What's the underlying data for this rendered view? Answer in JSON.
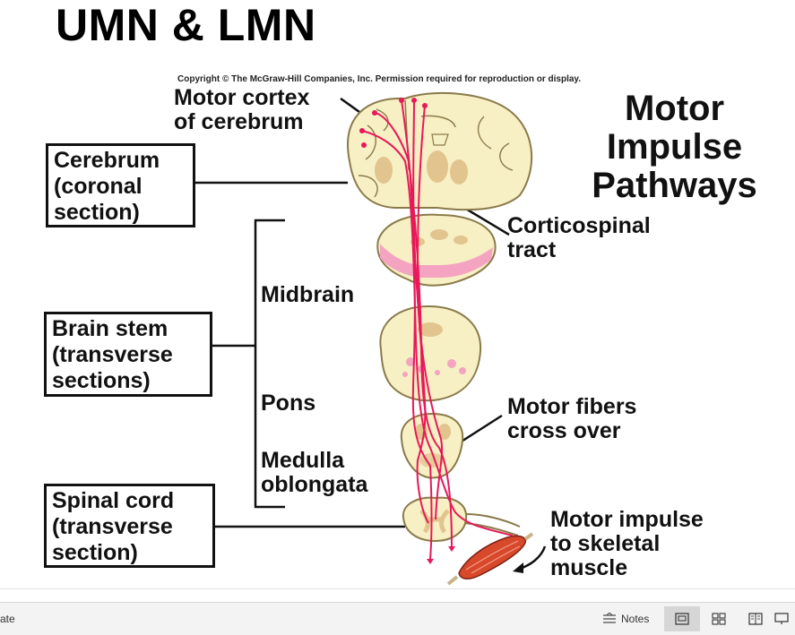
{
  "slide": {
    "title": "UMN & LMN",
    "copyright": "Copyright © The McGraw-Hill Companies, Inc. Permission required for reproduction or display.",
    "heading_lines": [
      "Motor",
      "Impulse",
      "Pathways"
    ],
    "boxes": {
      "cerebrum": [
        "Cerebrum",
        "(coronal",
        "section)"
      ],
      "brain_stem": [
        "Brain stem",
        "(transverse",
        "sections)"
      ],
      "spinal_cord": [
        "Spinal cord",
        "(transverse",
        "section)"
      ]
    },
    "labels": {
      "motor_cortex": [
        "Motor cortex",
        "of cerebrum"
      ],
      "corticospinal": [
        "Corticospinal",
        "tract"
      ],
      "midbrain": "Midbrain",
      "pons": "Pons",
      "medulla": [
        "Medulla",
        "oblongata"
      ],
      "motor_fibers": [
        "Motor fibers",
        "cross over"
      ],
      "motor_impulse": [
        "Motor impulse",
        "to skeletal",
        "muscle"
      ]
    },
    "colors": {
      "tissue": "#f7f0c4",
      "tissue_outline": "#8a7a4a",
      "gray_matter": "#e2c48e",
      "tract": "#e8185a",
      "pink_band": "#f4a3c0",
      "muscle": "#d8482a"
    }
  },
  "statusbar": {
    "left_text": "ate",
    "notes_label": "Notes",
    "views": [
      {
        "icon": "normal-view-icon",
        "active": true
      },
      {
        "icon": "slide-sorter-icon",
        "active": false
      },
      {
        "icon": "reading-view-icon",
        "active": false
      },
      {
        "icon": "slideshow-icon",
        "active": false
      }
    ]
  }
}
